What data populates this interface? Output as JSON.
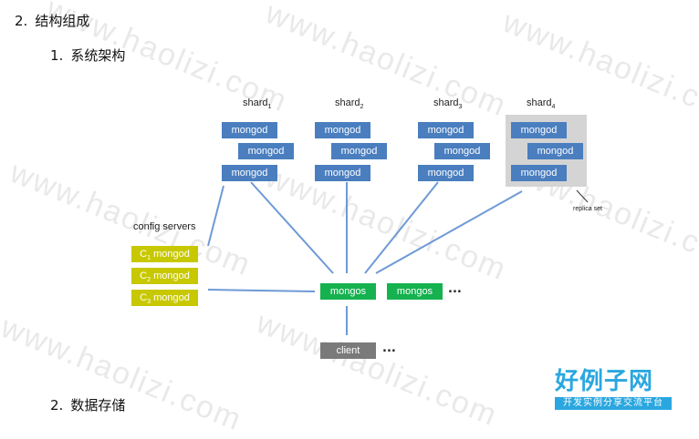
{
  "doc": {
    "heading_num": "2.",
    "heading": "结构组成",
    "sub_num": "1.",
    "sub_heading": "系统架构",
    "sub2_num": "2.",
    "sub2_heading": "数据存储"
  },
  "diagram": {
    "shards": [
      {
        "base": "shard",
        "index": "1",
        "nodes": [
          "mongod",
          "mongod",
          "mongod"
        ]
      },
      {
        "base": "shard",
        "index": "2",
        "nodes": [
          "mongod",
          "mongod",
          "mongod"
        ]
      },
      {
        "base": "shard",
        "index": "3",
        "nodes": [
          "mongod",
          "mongod",
          "mongod"
        ]
      },
      {
        "base": "shard",
        "index": "4",
        "nodes": [
          "mongod",
          "mongod",
          "mongod"
        ]
      }
    ],
    "replica_label": "replica set",
    "config_label": "config servers",
    "config_nodes": [
      {
        "prefix": "C",
        "index": "1",
        "text": " mongod"
      },
      {
        "prefix": "C",
        "index": "2",
        "text": " mongod"
      },
      {
        "prefix": "C",
        "index": "3",
        "text": " mongod"
      }
    ],
    "mongos_nodes": [
      "mongos",
      "mongos"
    ],
    "mongos_more": "...",
    "client": "client",
    "client_more": "...",
    "colors": {
      "mongod": "#4a7ebf",
      "config": "#c8c800",
      "mongos": "#15b24f",
      "client": "#7a7a7a",
      "line": "#6e9ad6",
      "replica_bg": "#d4d4d4"
    }
  },
  "watermark": "www.haolizi.com",
  "logo": {
    "title": "好例子网",
    "subtitle": "开发实例分享交流平台"
  }
}
